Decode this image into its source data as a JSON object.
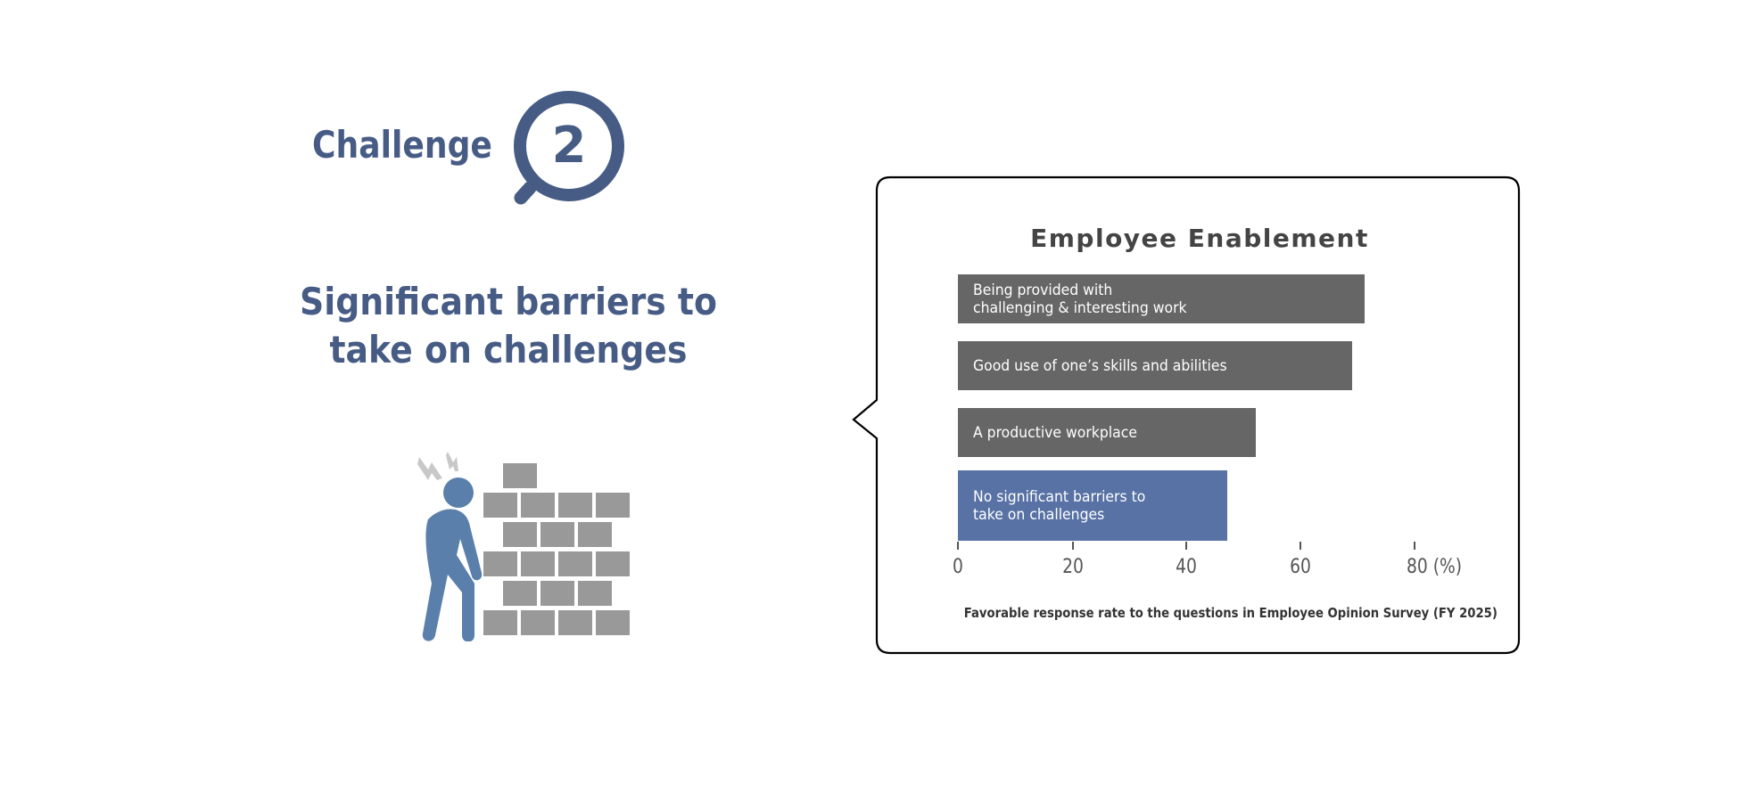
{
  "left_panel": {
    "challenge_word": "Challenge",
    "challenge_number": "2",
    "headline_lines": [
      "Significant barriers to",
      "take on challenges"
    ],
    "icons": {
      "magnifier": "magnifier-icon",
      "figure": "frustrated-person-brick-wall-icon"
    }
  },
  "colors": {
    "brand_blue": "#475c85",
    "bar_gray": "#666666",
    "bar_highlight": "#5872a5",
    "person_blue": "#5a7fab",
    "brick_gray": "#999999",
    "spark_gray": "#c8c8c8",
    "text_dark": "#444444"
  },
  "chart_data": {
    "type": "bar",
    "orientation": "horizontal",
    "title": "Employee Enablement",
    "categories": [
      "Being provided with challenging & interesting work",
      "Good use of one's skills and abilities",
      "A productive workplace",
      "No significant barriers to take on challenges"
    ],
    "category_label_lines": [
      [
        "Being provided with",
        "challenging & interesting work"
      ],
      [
        "Good use of one’s skills and abilities"
      ],
      [
        "A productive workplace"
      ],
      [
        "No significant barriers to",
        "take on challenges"
      ]
    ],
    "values": [
      71,
      69,
      52,
      47
    ],
    "highlight_index": 3,
    "xlabel": "(%)",
    "xticks": [
      "0",
      "20",
      "40",
      "60",
      "80 (%)"
    ],
    "xtick_values": [
      0,
      20,
      40,
      60,
      80
    ],
    "xlim": [
      0,
      80
    ],
    "grid": false,
    "legend": null,
    "footnote": "Favorable response rate to the questions in Employee Opinion Survey (FY 2025)"
  }
}
